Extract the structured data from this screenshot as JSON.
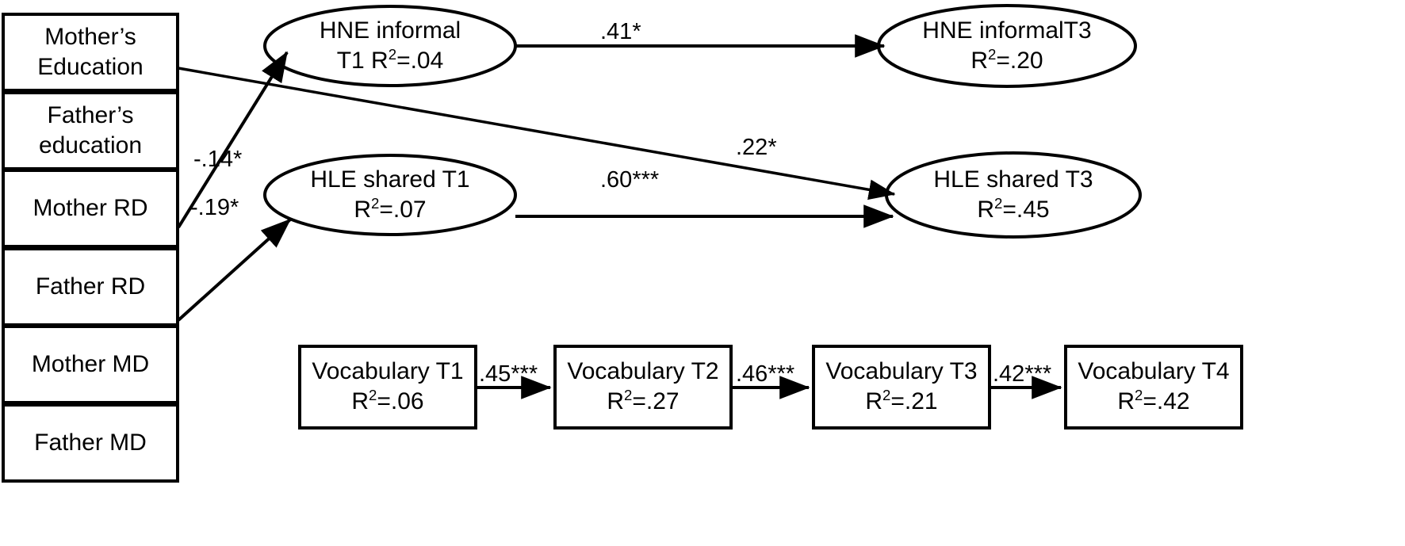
{
  "figure": {
    "type": "path-diagram",
    "background_color": "#ffffff",
    "line_color": "#000000"
  },
  "predictor_boxes": [
    {
      "id": "mothers-education",
      "line1": "Mother’s",
      "line2": "Education"
    },
    {
      "id": "fathers-education",
      "line1": "Father’s",
      "line2": "education"
    },
    {
      "id": "mother-rd",
      "line1": "Mother RD",
      "line2": ""
    },
    {
      "id": "father-rd",
      "line1": "Father RD",
      "line2": ""
    },
    {
      "id": "mother-md",
      "line1": "Mother MD",
      "line2": ""
    },
    {
      "id": "father-md",
      "line1": "Father MD",
      "line2": ""
    }
  ],
  "latent_ellipses": [
    {
      "id": "hne-informal-t1",
      "line1": "HNE informal",
      "line2_pre": "T1 R",
      "line2_sup": "2",
      "line2_post": "=.04"
    },
    {
      "id": "hne-informal-t3",
      "line1": "HNE informalT3",
      "line2_pre": "R",
      "line2_sup": "2",
      "line2_post": "=.20"
    },
    {
      "id": "hle-shared-t1",
      "line1": "HLE shared T1",
      "line2_pre": "R",
      "line2_sup": "2",
      "line2_post": "=.07"
    },
    {
      "id": "hle-shared-t3",
      "line1": "HLE shared T3",
      "line2_pre": "R",
      "line2_sup": "2",
      "line2_post": "=.45"
    }
  ],
  "vocabulary_boxes": [
    {
      "id": "vocabulary-t1",
      "line1": "Vocabulary T1",
      "line2_pre": "R",
      "line2_sup": "2",
      "line2_post": "=.06"
    },
    {
      "id": "vocabulary-t2",
      "line1": "Vocabulary T2",
      "line2_pre": "R",
      "line2_sup": "2",
      "line2_post": "=.27"
    },
    {
      "id": "vocabulary-t3",
      "line1": "Vocabulary T3",
      "line2_pre": "R",
      "line2_sup": "2",
      "line2_post": "=.21"
    },
    {
      "id": "vocabulary-t4",
      "line1": "Vocabulary T4",
      "line2_pre": "R",
      "line2_sup": "2",
      "line2_post": "=.42"
    }
  ],
  "path_labels": {
    "mother_rd_to_hne_informal_t1": "-.14*",
    "father_rd_to_hle_shared_t1": "-.19*",
    "hne_informal_t1_to_t3": ".41*",
    "mothers_education_to_hle_shared_t3": ".22*",
    "hle_shared_t1_to_t3": ".60***",
    "vocabulary_t1_to_t2": ".45***",
    "vocabulary_t2_to_t3": ".46***",
    "vocabulary_t3_to_t4": ".42***"
  },
  "chart_data": {
    "type": "diagram",
    "title": "",
    "nodes": [
      {
        "name": "Mother’s Education",
        "shape": "rectangle",
        "r_squared": null
      },
      {
        "name": "Father’s education",
        "shape": "rectangle",
        "r_squared": null
      },
      {
        "name": "Mother RD",
        "shape": "rectangle",
        "r_squared": null
      },
      {
        "name": "Father RD",
        "shape": "rectangle",
        "r_squared": null
      },
      {
        "name": "Mother MD",
        "shape": "rectangle",
        "r_squared": null
      },
      {
        "name": "Father MD",
        "shape": "rectangle",
        "r_squared": null
      },
      {
        "name": "HNE informal T1",
        "shape": "ellipse",
        "r_squared": 0.04
      },
      {
        "name": "HNE informalT3",
        "shape": "ellipse",
        "r_squared": 0.2
      },
      {
        "name": "HLE shared T1",
        "shape": "ellipse",
        "r_squared": 0.07
      },
      {
        "name": "HLE shared T3",
        "shape": "ellipse",
        "r_squared": 0.45
      },
      {
        "name": "Vocabulary T1",
        "shape": "rectangle",
        "r_squared": 0.06
      },
      {
        "name": "Vocabulary T2",
        "shape": "rectangle",
        "r_squared": 0.27
      },
      {
        "name": "Vocabulary T3",
        "shape": "rectangle",
        "r_squared": 0.21
      },
      {
        "name": "Vocabulary T4",
        "shape": "rectangle",
        "r_squared": 0.42
      }
    ],
    "edges": [
      {
        "from": "Mother RD",
        "to": "HNE informal T1",
        "coefficient": -0.14,
        "label": "-.14*",
        "significance": "*"
      },
      {
        "from": "Father RD",
        "to": "HLE shared T1",
        "coefficient": -0.19,
        "label": "-.19*",
        "significance": "*"
      },
      {
        "from": "HNE informal T1",
        "to": "HNE informalT3",
        "coefficient": 0.41,
        "label": ".41*",
        "significance": "*"
      },
      {
        "from": "Mother’s Education",
        "to": "HLE shared T3",
        "coefficient": 0.22,
        "label": ".22*",
        "significance": "*"
      },
      {
        "from": "HLE shared T1",
        "to": "HLE shared T3",
        "coefficient": 0.6,
        "label": ".60***",
        "significance": "***"
      },
      {
        "from": "Vocabulary T1",
        "to": "Vocabulary T2",
        "coefficient": 0.45,
        "label": ".45***",
        "significance": "***"
      },
      {
        "from": "Vocabulary T2",
        "to": "Vocabulary T3",
        "coefficient": 0.46,
        "label": ".46***",
        "significance": "***"
      },
      {
        "from": "Vocabulary T3",
        "to": "Vocabulary T4",
        "coefficient": 0.42,
        "label": ".42***",
        "significance": "***"
      }
    ]
  }
}
